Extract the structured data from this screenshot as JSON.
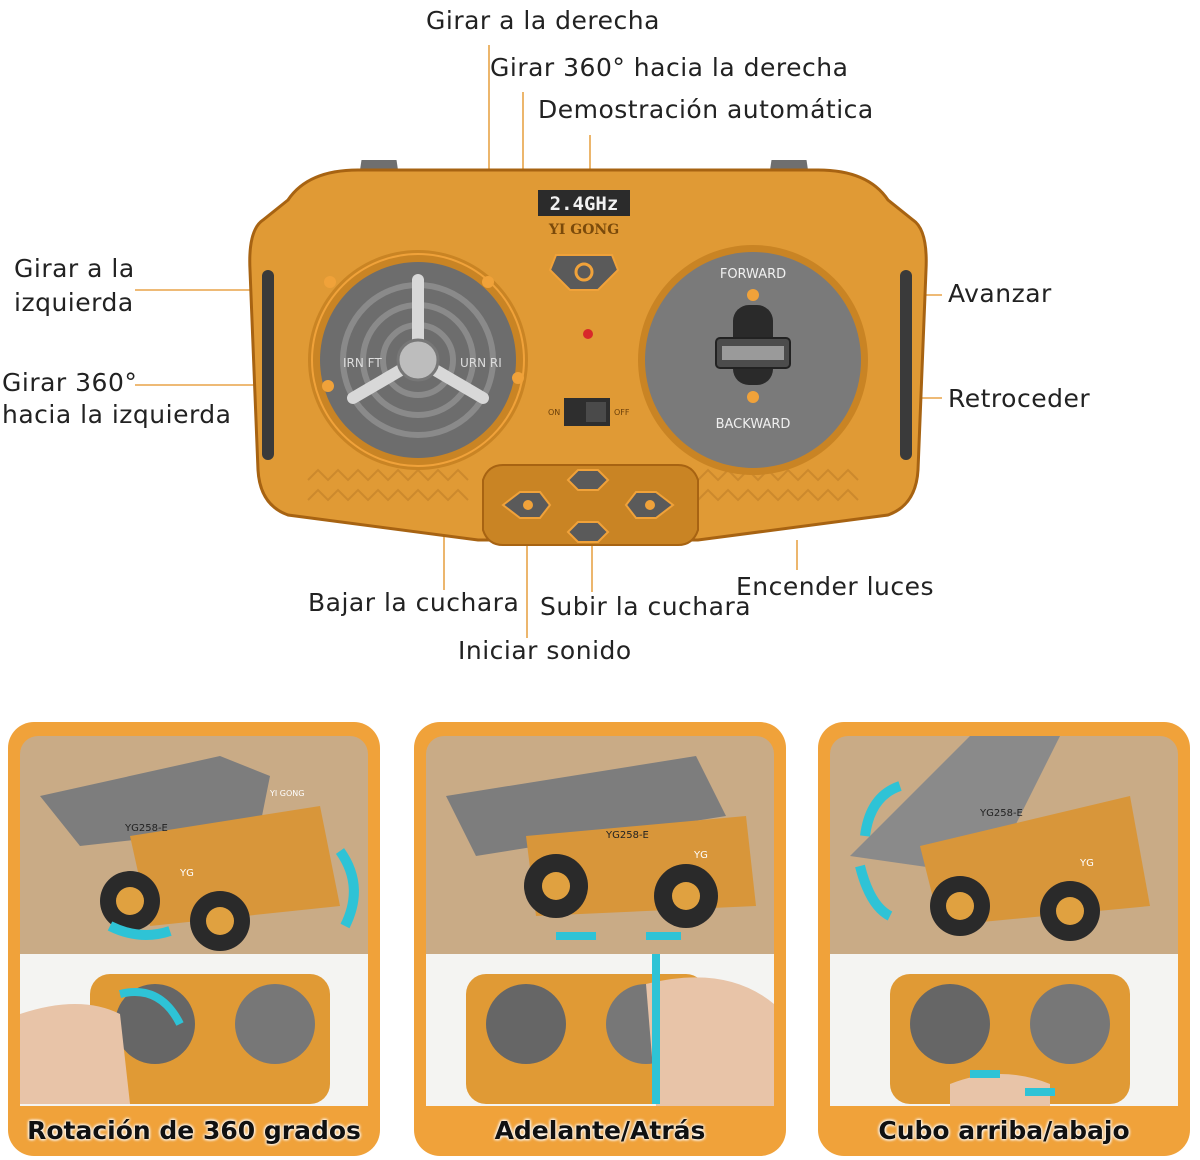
{
  "remote": {
    "brand_band": "2.4GHz",
    "brand_name": "YI GONG",
    "forward_label": "FORWARD",
    "backward_label": "BACKWARD",
    "on_label": "ON",
    "off_label": "OFF",
    "turn_left_text": "IRN FT",
    "turn_right_text": "URN RI"
  },
  "labels": {
    "girar_derecha": "Girar a la derecha",
    "girar_360_derecha": "Girar 360° hacia la derecha",
    "demostracion": "Demostración automática",
    "girar_izquierda_1": "Girar a la",
    "girar_izquierda_2": "izquierda",
    "girar_360_izq_1": "Girar 360°",
    "girar_360_izq_2": "hacia la izquierda",
    "avanzar": "Avanzar",
    "retroceder": "Retroceder",
    "bajar_cuchara": "Bajar la cuchara",
    "subir_cuchara": "Subir la cuchara",
    "encender_luces": "Encender luces",
    "iniciar_sonido": "Iniciar sonido"
  },
  "panels": [
    {
      "caption": "Rotación de 360 grados",
      "truck_model": "YG258-E",
      "truck_badge": "YG",
      "truck_brand": "YI GONG"
    },
    {
      "caption": "Adelante/Atrás",
      "truck_model": "YG258-E",
      "truck_badge": "YG"
    },
    {
      "caption": "Cubo arriba/abajo",
      "truck_model": "YG258-E",
      "truck_badge": "YG"
    }
  ],
  "colors": {
    "remote_body": "#e09a35",
    "remote_dark": "#a76312",
    "panel_bg": "#f0a23a",
    "arrow": "#2ec3d6",
    "sand": "#c9ab86"
  }
}
